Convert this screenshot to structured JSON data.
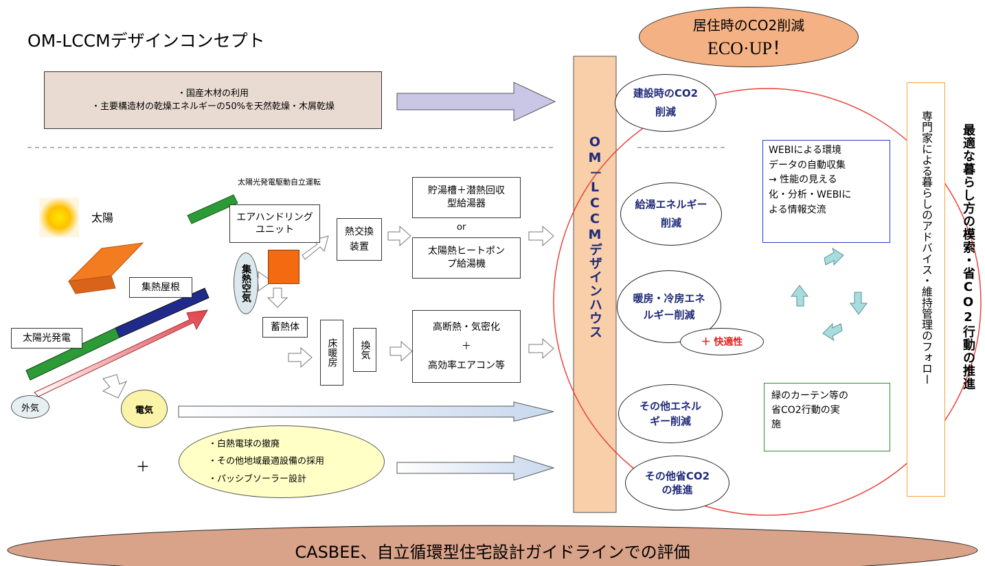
{
  "title": "OM-LCCMデザインコンセプト",
  "top_bubble": {
    "line1": "居住時のCO2削減",
    "line2": "ECO·UP！"
  },
  "wood_box": {
    "line1": "・国産木材の利用",
    "line2": "・主要構造材の乾燥エネルギーの50%を天然乾燥・木屑乾燥"
  },
  "sun_label": "太陽",
  "pv_drive_label": "太陽光発電駆動自立運転",
  "air_handling": "エアハンドリング\nユニット",
  "heat_exchanger": "熱交換\n装置",
  "hot_water_box": {
    "line1": "貯湯槽＋潜熱回収\n型給湯器",
    "or": "or",
    "line2": "太陽熱ヒートポン\nプ給湯機"
  },
  "collector_air": "集熱空気",
  "collector_roof": "集熱屋根",
  "pv_label": "太陽光発電",
  "outside_air": "外気",
  "heat_storage": "蓄熱体",
  "floor_heating": "床暖房",
  "ventilation": "換気",
  "insulation_box": {
    "line1": "高断熱・気密化",
    "plus": "＋",
    "line2": "高効率エアコン等"
  },
  "electricity": "電気",
  "plus_sign": "＋",
  "lighting_ellipse": {
    "item1": "・白熱電球の撤廃",
    "item2": "・その他地域最適設備の採用",
    "item3": "・パッシブソーラー設計"
  },
  "central_pillar": "OM－LCCMデザインハウス",
  "reductions": {
    "construction": "建設時のCO2\n削減",
    "hot_water": "給湯エネルギー\n削減",
    "heating": "暖房・冷房エネ\nルギー削減",
    "comfort": "＋ 快適性",
    "other_energy": "その他エネル\nギー削減",
    "other_co2": "その他省CO2\nの推進"
  },
  "web_box": "WEBIによる環境\nデータの自動収集\n→ 性能の見える\n化・分析・WEBIに\nよる情報交流",
  "green_box": "緑のカーテン等の\n省CO2行動の実\n施",
  "expert_box": "専門家による暮らしのアドバイス・維持管理のフォロー",
  "right_vertical": "最適な暮らし方の模索・省CO2行動の推進",
  "bottom_banner": "CASBEE、自立循環型住宅設計ガイドラインでの評価",
  "colors": {
    "wood_box": "#eadbd2",
    "top_bubble": "#f4b183",
    "pillar": "#f8cfa8",
    "electric": "#fbf3a8",
    "ellipse_lighting": "#ffffc6",
    "banner": "#d9a38a",
    "red_circle": "#e8413a",
    "navy_text": "#1f2a78",
    "comfort_red": "#e02020",
    "web_border": "#1f3ac8",
    "green_border": "#2f8a2f",
    "orange_border": "#f2a23a"
  }
}
